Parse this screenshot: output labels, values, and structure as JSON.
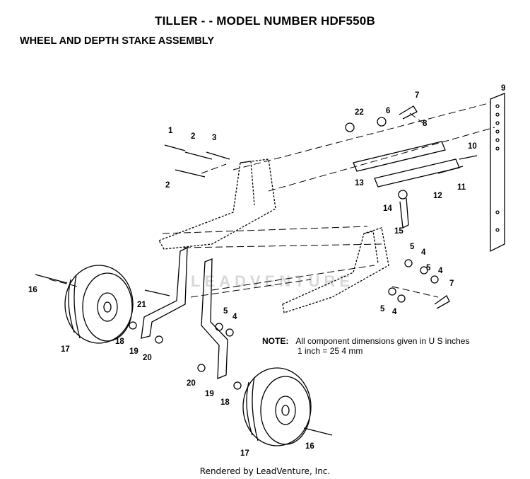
{
  "header": {
    "title": "TILLER - - MODEL NUMBER HDF550B",
    "subtitle": "WHEEL AND DEPTH STAKE ASSEMBLY"
  },
  "note": {
    "label": "NOTE:",
    "line1": "All component dimensions given in U S  inches",
    "line2": "1 inch = 25 4 mm"
  },
  "watermark": "LEADVENTURE",
  "footer": "Rendered by LeadVenture, Inc.",
  "callouts": [
    "1",
    "2",
    "3",
    "2",
    "22",
    "6",
    "7",
    "8",
    "9",
    "10",
    "11",
    "12",
    "13",
    "14",
    "15",
    "5",
    "4",
    "5",
    "4",
    "7",
    "5",
    "4",
    "16",
    "21",
    "5",
    "4",
    "17",
    "18",
    "19",
    "20",
    "20",
    "19",
    "18",
    "17",
    "16"
  ]
}
